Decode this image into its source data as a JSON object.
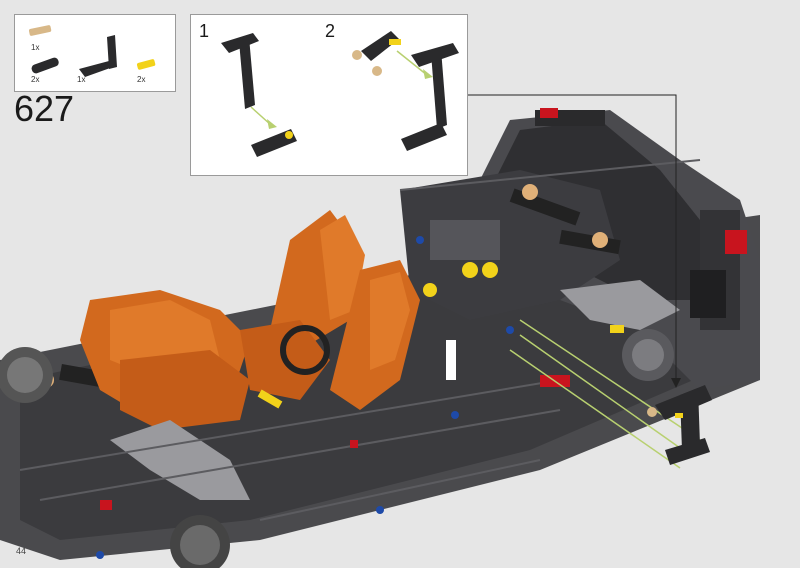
{
  "page": {
    "step_number": "627",
    "page_number": "44"
  },
  "parts_list": [
    {
      "qty": "1x",
      "part": "beige-connector-pin-icon"
    },
    {
      "qty": "2x",
      "part": "black-short-beam-icon"
    },
    {
      "qty": "1x",
      "part": "black-angled-beam-icon"
    },
    {
      "qty": "2x",
      "part": "yellow-axle-pin-icon"
    }
  ],
  "substeps": [
    {
      "number": "1"
    },
    {
      "number": "2"
    }
  ],
  "colors": {
    "background": "#e6e6e6",
    "panel": "#ffffff",
    "frame_dark": "#3a3a3c",
    "orange": "#d2691e",
    "yellow": "#f2d21a",
    "red": "#c8141e",
    "beige": "#d8b888",
    "guide_line": "#b8d070"
  }
}
